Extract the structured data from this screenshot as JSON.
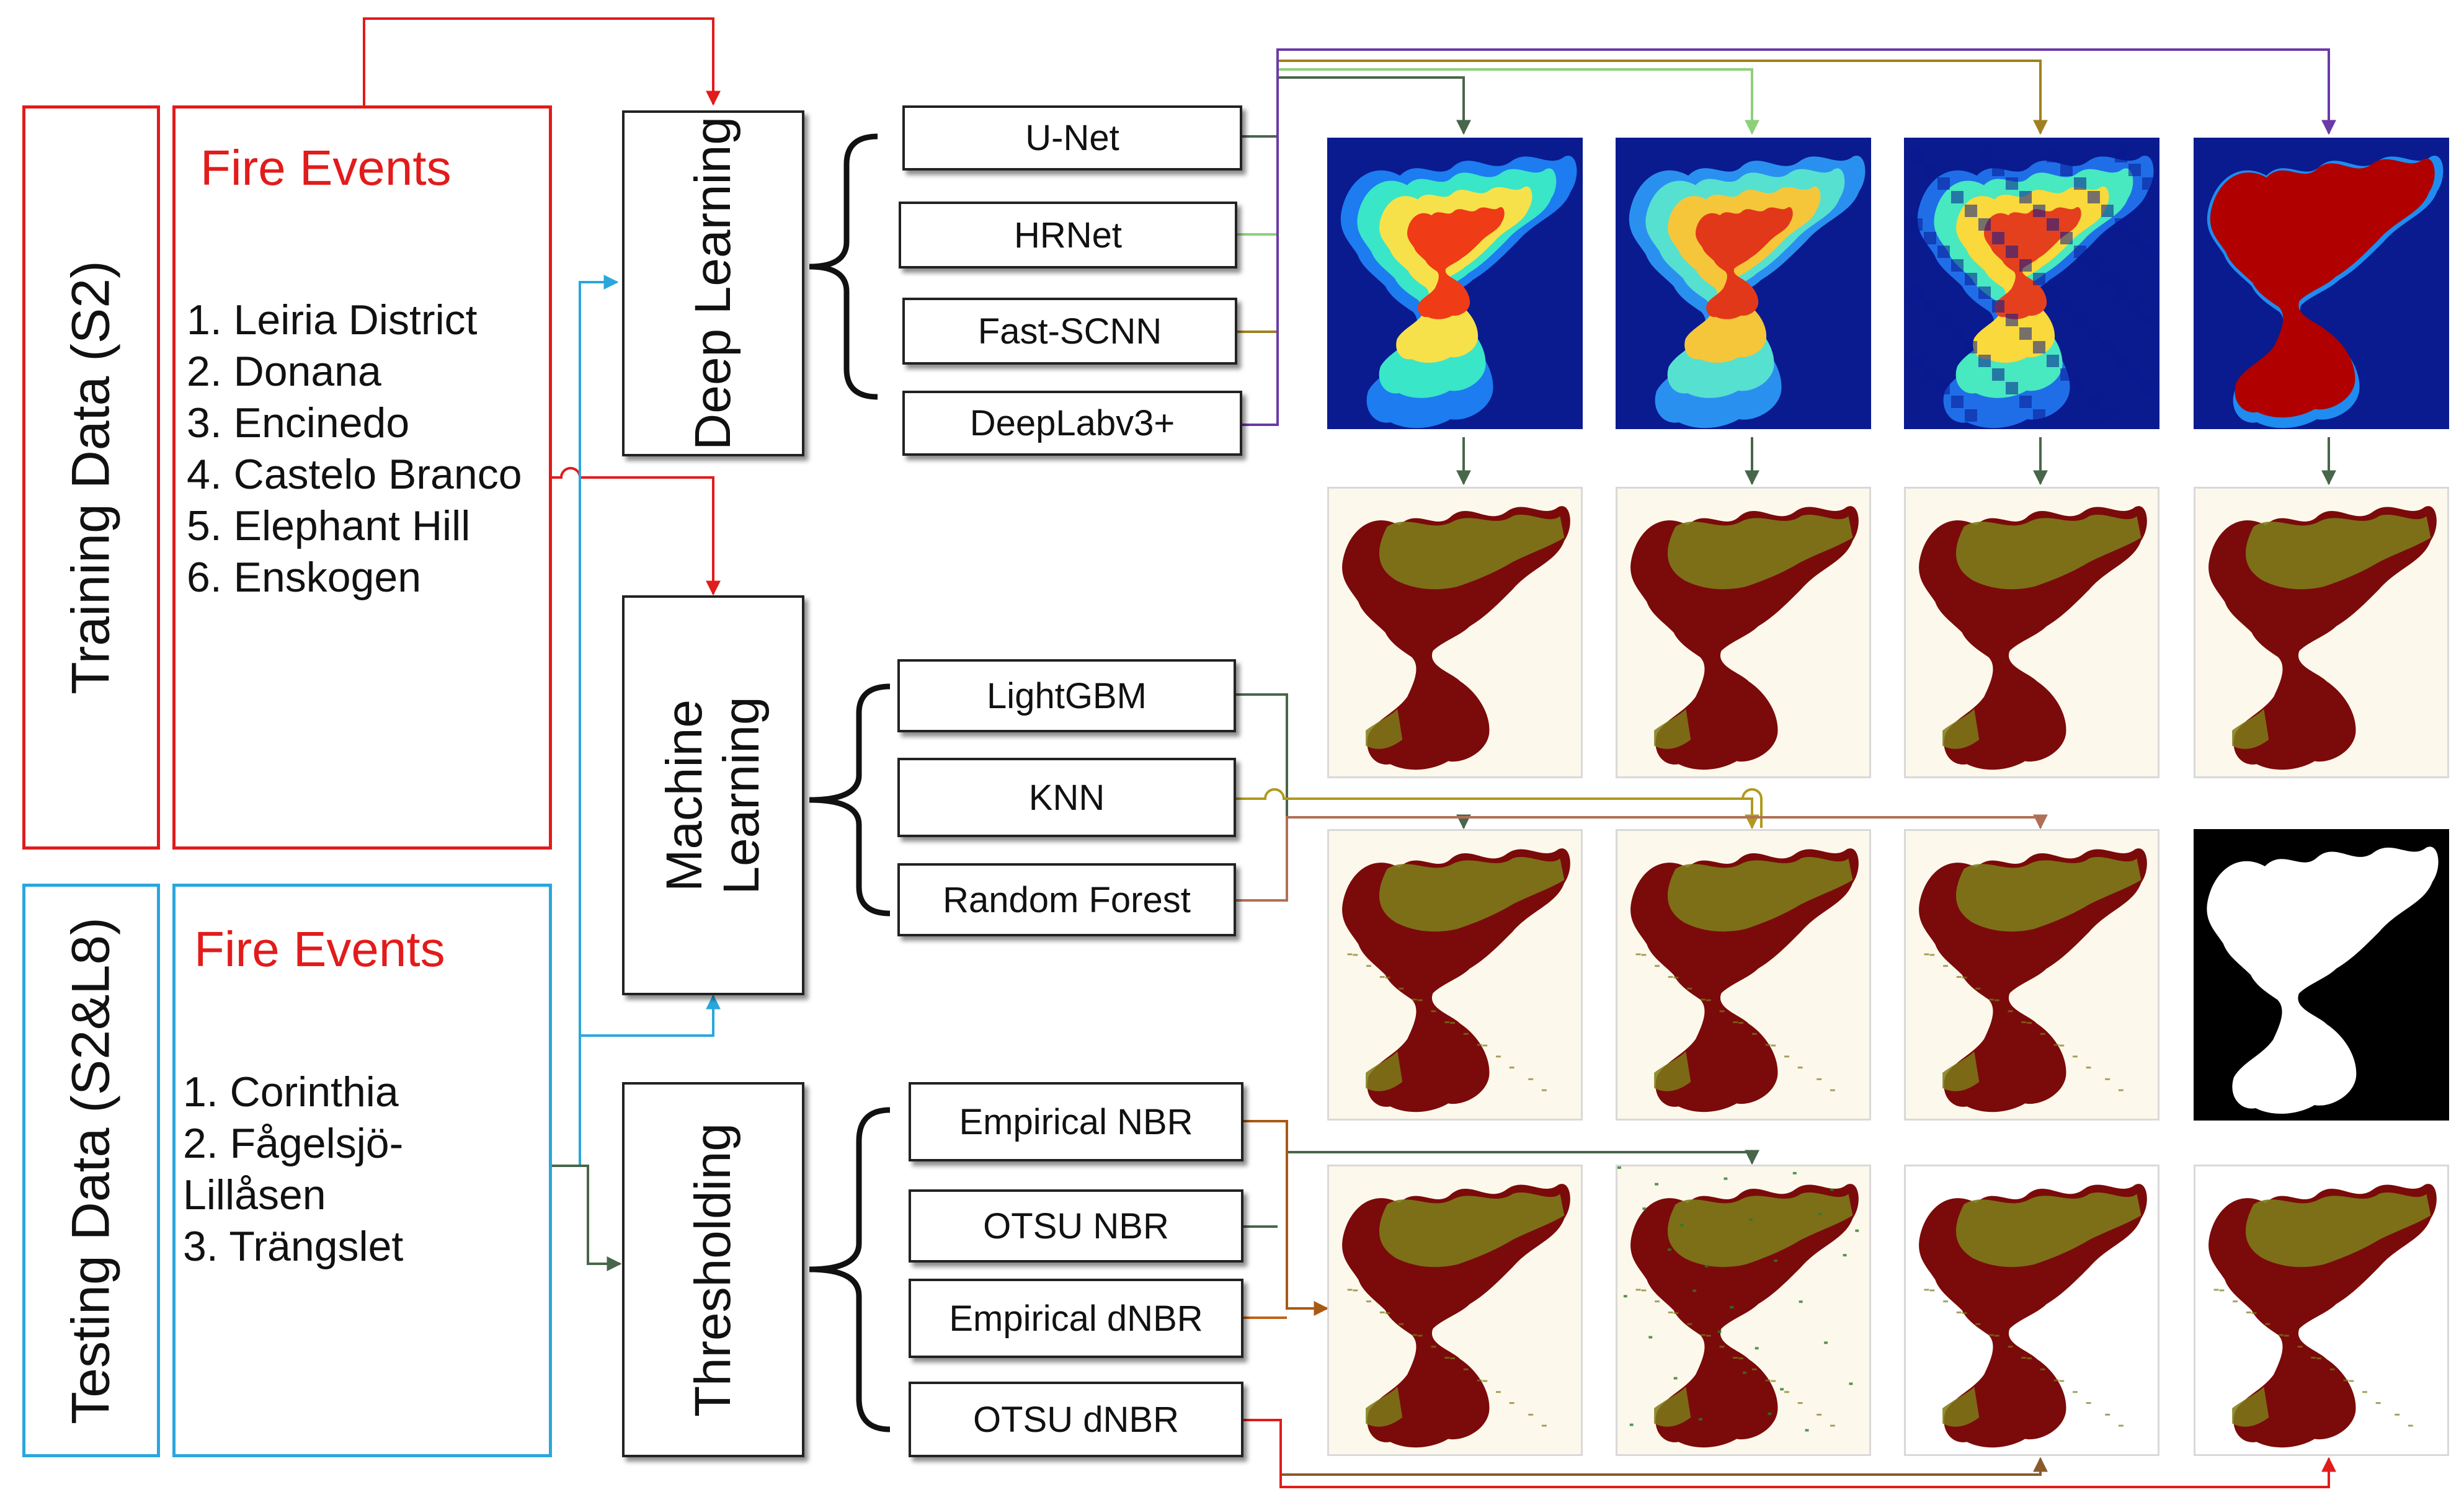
{
  "training": {
    "label": "Training Data (S2)",
    "events_title": "Fire Events",
    "events": [
      "1. Leiria District",
      "2. Donana",
      "3. Encinedo",
      "4. Castelo Branco",
      "5. Elephant Hill",
      "6. Enskogen"
    ]
  },
  "testing": {
    "label": "Testing Data (S2&L8)",
    "events_title": "Fire Events",
    "events": [
      "1. Corinthia",
      "2. Fågelsjö-\nLillåsen",
      "3. Trängslet"
    ]
  },
  "categories": {
    "deep_learning": "Deep Learning",
    "machine_learning": "Machine\nLearning",
    "thresholding": "Thresholding"
  },
  "methods": {
    "deep_learning": [
      "U-Net",
      "HRNet",
      "Fast-SCNN",
      "DeepLabv3+"
    ],
    "machine_learning": [
      "LightGBM",
      "KNN",
      "Random Forest"
    ],
    "thresholding": [
      "Empirical NBR",
      "OTSU NBR",
      "Empirical dNBR",
      "OTSU dNBR"
    ]
  },
  "colors": {
    "training": "#e21b1b",
    "testing": "#2aa6de",
    "unet": "#48664a",
    "hrnet": "#8cd07a",
    "fastscnn": "#a0801e",
    "deeplab": "#6a3aa8",
    "lightgbm": "#48664a",
    "knn": "#b09a1e",
    "random_forest": "#b07055",
    "empirical_nbr": "#a85a14",
    "otsu_nbr": "#48664a",
    "empirical_dnbr": "#c06018",
    "otsu_dnbr": "#e21b1b",
    "burn_red": "#7b0a0a",
    "burn_olive": "#7c7a18",
    "background_cream": "#fdf8ec"
  },
  "panels": {
    "heatmaps": [
      "heatmap-unet",
      "heatmap-hrnet",
      "heatmap-fastscnn",
      "heatmap-deeplab"
    ],
    "ground_truth": "white-burn-mask-on-black"
  }
}
